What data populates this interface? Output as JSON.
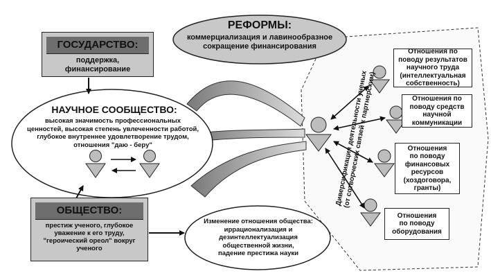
{
  "state": {
    "title": "ГОСУДАРСТВО:",
    "subtitle": "поддержка,\nфинансирование"
  },
  "reforms": {
    "title": "РЕФОРМЫ:",
    "subtitle": "коммерциализация и лавинообразное\nсокращение финансирования"
  },
  "community": {
    "title": "НАУЧНОЕ СООБЩЕСТВО:",
    "text": "высокая значимость профессиональных\nценностей, высокая степень увлеченности работой,\nглубокое внутреннее удовлетворение трудом,\nотношения \"даю - беру\""
  },
  "society": {
    "title": "ОБЩЕСТВО:",
    "text": "престиж ученого, глубокое\nуважение к его труду,\n\"героический ореол\" вокруг\nученого"
  },
  "society_change": {
    "text": "Изменение отношения общества:\nиррационализация и\nдезинтеллектуализация\nобщественной жизни,\nпадение престижа науки"
  },
  "relations": [
    "Отношения по\nповоду результатов\nнаучного труда\n(интеллектуальная\nсобственность)",
    "Отношения по\nповоду средств\nнаучной\nкоммуникации",
    "Отношения\nпо поводу\nфинансовых\nресурсов\n(хоздоговора,\nгранты)",
    "Отношения\nпо поводу\nоборудования"
  ],
  "diversification": {
    "line1": "Диверсификация деятельности ученых",
    "line2": "(от сотворческих связей к партнерским)"
  },
  "colors": {
    "ink": "#111111",
    "box_fill": "#c8c8c8",
    "title_fill": "#6e6e6e",
    "ellipse_fill": "#c8c8c8",
    "figure_fill": "#bdbdbd"
  }
}
